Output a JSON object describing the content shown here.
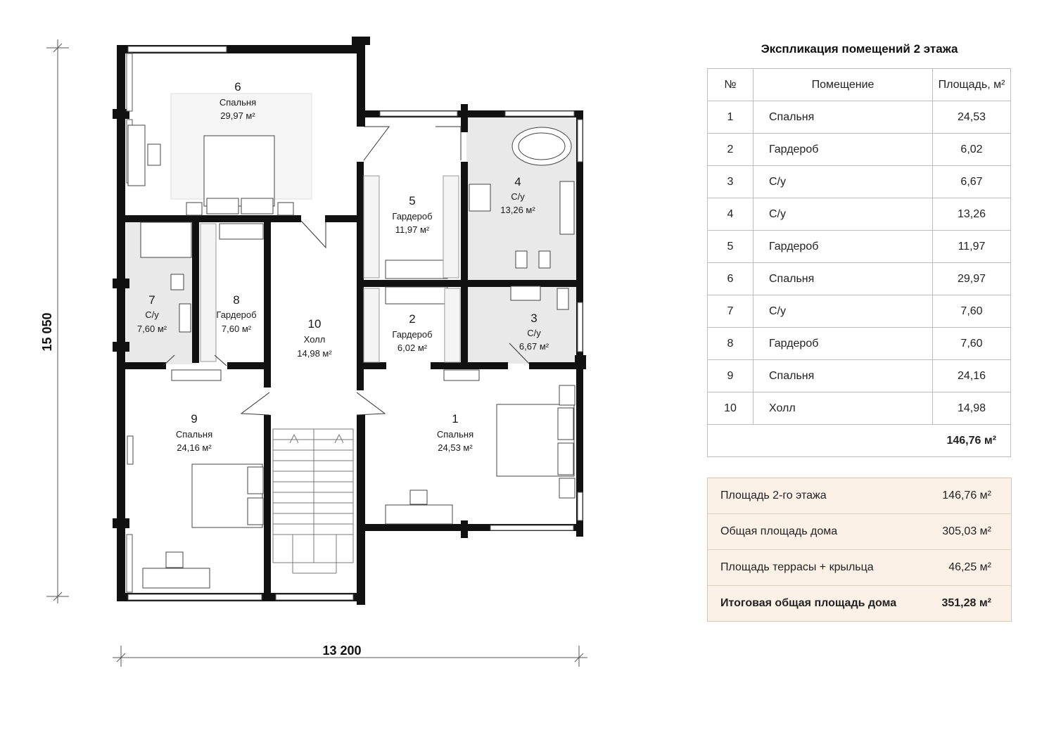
{
  "plan": {
    "dims": {
      "height_label": "15 050",
      "width_label": "13 200"
    },
    "rooms": [
      {
        "num": "6",
        "name": "Спальня",
        "area": "29,97 м²"
      },
      {
        "num": "5",
        "name": "Гардероб",
        "area": "11,97 м²"
      },
      {
        "num": "4",
        "name": "С/у",
        "area": "13,26 м²"
      },
      {
        "num": "7",
        "name": "С/у",
        "area": "7,60 м²"
      },
      {
        "num": "8",
        "name": "Гардероб",
        "area": "7,60 м²"
      },
      {
        "num": "10",
        "name": "Холл",
        "area": "14,98 м²"
      },
      {
        "num": "2",
        "name": "Гардероб",
        "area": "6,02 м²"
      },
      {
        "num": "3",
        "name": "С/у",
        "area": "6,67 м²"
      },
      {
        "num": "9",
        "name": "Спальня",
        "area": "24,16 м²"
      },
      {
        "num": "1",
        "name": "Спальня",
        "area": "24,53 м²"
      }
    ]
  },
  "explication": {
    "title": "Экспликация помещений 2 этажа",
    "headers": {
      "num": "№",
      "room": "Помещение",
      "area": "Площадь, м²"
    },
    "rows": [
      {
        "num": "1",
        "room": "Спальня",
        "area": "24,53"
      },
      {
        "num": "2",
        "room": "Гардероб",
        "area": "6,02"
      },
      {
        "num": "3",
        "room": "С/у",
        "area": "6,67"
      },
      {
        "num": "4",
        "room": "С/у",
        "area": "13,26"
      },
      {
        "num": "5",
        "room": "Гардероб",
        "area": "11,97"
      },
      {
        "num": "6",
        "room": "Спальня",
        "area": "29,97"
      },
      {
        "num": "7",
        "room": "С/у",
        "area": "7,60"
      },
      {
        "num": "8",
        "room": "Гардероб",
        "area": "7,60"
      },
      {
        "num": "9",
        "room": "Спальня",
        "area": "24,16"
      },
      {
        "num": "10",
        "room": "Холл",
        "area": "14,98"
      }
    ],
    "total": "146,76 м²"
  },
  "summary": [
    {
      "label": "Площадь 2-го этажа",
      "value": "146,76 м²"
    },
    {
      "label": "Общая площадь дома",
      "value": "305,03 м²"
    },
    {
      "label": "Площадь террасы + крыльца",
      "value": "46,25 м²"
    },
    {
      "label": "Итоговая общая площадь дома",
      "value": "351,28 м²"
    }
  ],
  "colors": {
    "wall": "#111111",
    "wet_zone": "#e9e9e9",
    "summary_bg": "#fbf1e6"
  }
}
